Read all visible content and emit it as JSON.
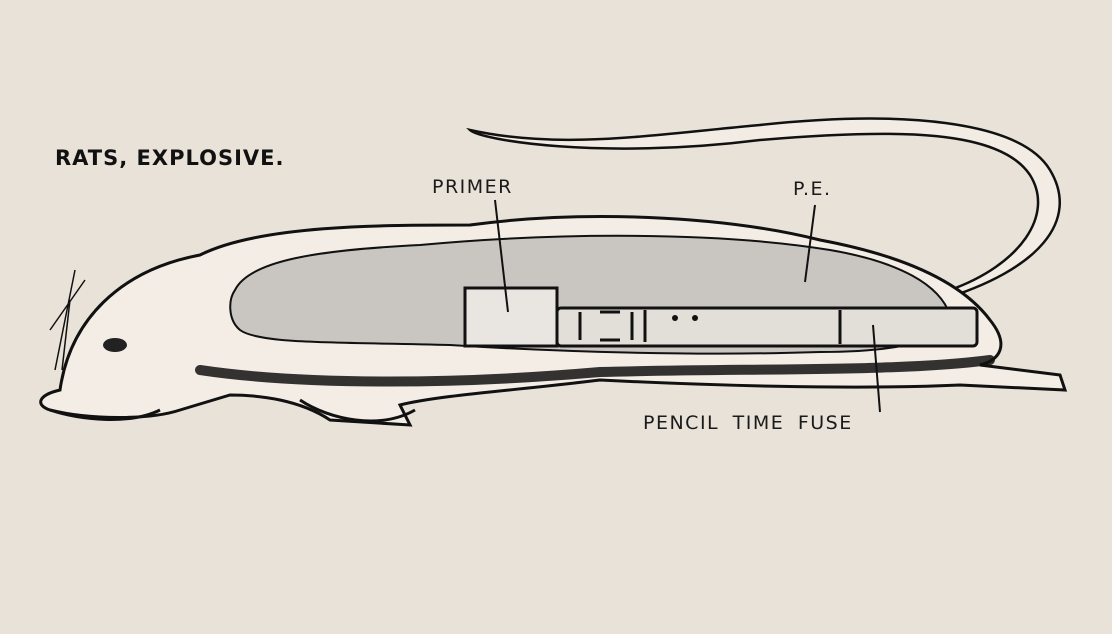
{
  "title": "RATS, EXPLOSIVE.",
  "labels": {
    "primer": "PRIMER",
    "pe": "P.E.",
    "fuse": "PENCIL TIME FUSE"
  },
  "colors": {
    "background": "#e9e2d8",
    "cavity": "#c9c5c1",
    "ink": "#111111"
  }
}
